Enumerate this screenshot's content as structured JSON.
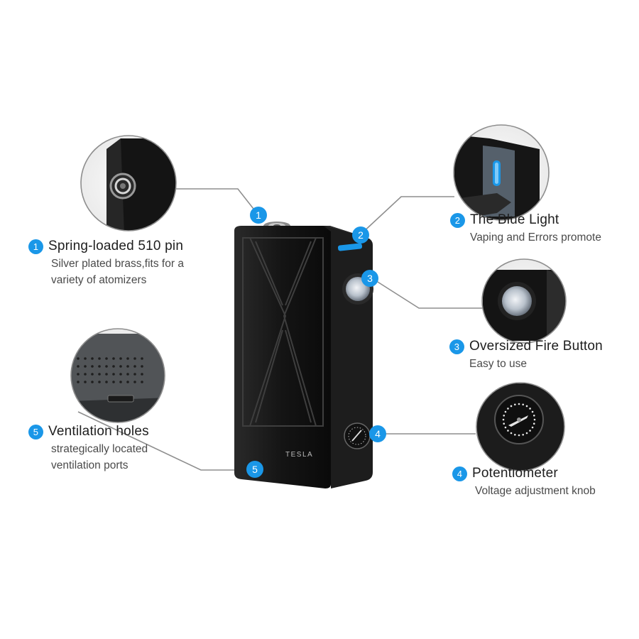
{
  "accent_color": "#1a97e8",
  "features": [
    {
      "number": "1",
      "title": "Spring-loaded 510 pin",
      "description_lines": [
        "Silver plated brass,fits for a",
        "variety of atomizers"
      ],
      "inset_icon": "510-connector-icon"
    },
    {
      "number": "2",
      "title": "The Blue Light",
      "description_lines": [
        "Vaping and Errors promote"
      ],
      "inset_icon": "blue-led-icon"
    },
    {
      "number": "3",
      "title": "Oversized Fire Button",
      "description_lines": [
        "Easy to use"
      ],
      "inset_icon": "fire-button-icon"
    },
    {
      "number": "4",
      "title": "Potentiometer",
      "description_lines": [
        "Voltage adjustment knob"
      ],
      "inset_icon": "dial-knob-icon"
    },
    {
      "number": "5",
      "title": "Ventilation holes",
      "description_lines": [
        "strategically located",
        "ventilation ports"
      ],
      "inset_icon": "vent-holes-icon"
    }
  ],
  "device": {
    "brand_logo": "TESLA"
  }
}
